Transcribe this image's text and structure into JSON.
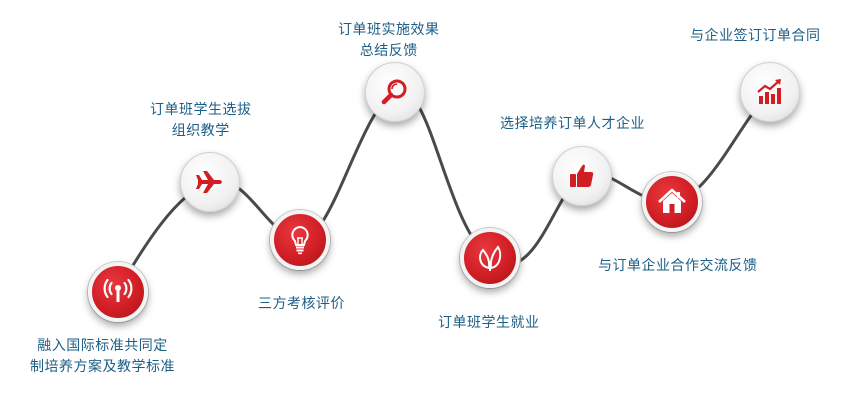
{
  "steps": [
    {
      "label_lines": [
        "融入国际标准共同定",
        "制培养方案及教学标准"
      ],
      "icon": "broadcast-icon"
    },
    {
      "label_lines": [
        "订单班学生选拔",
        "组织教学"
      ],
      "icon": "airplane-icon"
    },
    {
      "label_lines": [
        "三方考核评价"
      ],
      "icon": "lightbulb-icon"
    },
    {
      "label_lines": [
        "订单班实施效果",
        "总结反馈"
      ],
      "icon": "magnifier-icon"
    },
    {
      "label_lines": [
        "订单班学生就业"
      ],
      "icon": "leaf-icon"
    },
    {
      "label_lines": [
        "选择培养订单人才企业"
      ],
      "icon": "thumbs-up-icon"
    },
    {
      "label_lines": [
        "与订单企业合作交流反馈"
      ],
      "icon": "home-icon"
    },
    {
      "label_lines": [
        "与企业签订订单合同"
      ],
      "icon": "growth-chart-icon"
    }
  ],
  "colors": {
    "accent_red": "#d01e24",
    "label_blue": "#1c5e86",
    "connector_gray": "#4a4a4a"
  }
}
